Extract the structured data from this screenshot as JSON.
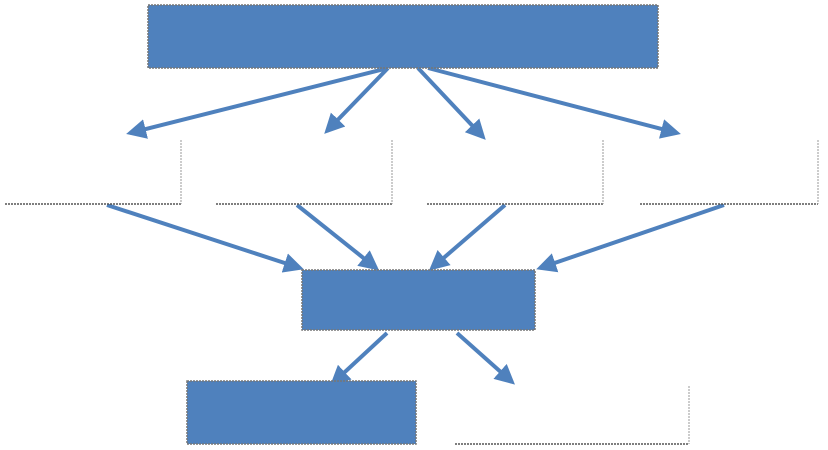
{
  "diagram": {
    "fill_color": "#4f81bd",
    "arrow_color": "#4f81bd",
    "border_color": "#555555",
    "nodes": [
      {
        "id": "top",
        "label": "",
        "filled": true
      },
      {
        "id": "middle-1",
        "label": "",
        "filled": false
      },
      {
        "id": "middle-2",
        "label": "",
        "filled": false
      },
      {
        "id": "middle-3",
        "label": "",
        "filled": false
      },
      {
        "id": "middle-4",
        "label": "",
        "filled": false
      },
      {
        "id": "center",
        "label": "",
        "filled": true
      },
      {
        "id": "bottom-left",
        "label": "",
        "filled": true
      },
      {
        "id": "bottom-right",
        "label": "",
        "filled": false
      }
    ],
    "edges": [
      {
        "from": "top",
        "to": "middle-1"
      },
      {
        "from": "top",
        "to": "middle-2"
      },
      {
        "from": "top",
        "to": "middle-3"
      },
      {
        "from": "top",
        "to": "middle-4"
      },
      {
        "from": "middle-1",
        "to": "center"
      },
      {
        "from": "middle-2",
        "to": "center"
      },
      {
        "from": "middle-3",
        "to": "center"
      },
      {
        "from": "middle-4",
        "to": "center"
      },
      {
        "from": "center",
        "to": "bottom-left"
      },
      {
        "from": "center",
        "to": "bottom-right"
      }
    ]
  }
}
